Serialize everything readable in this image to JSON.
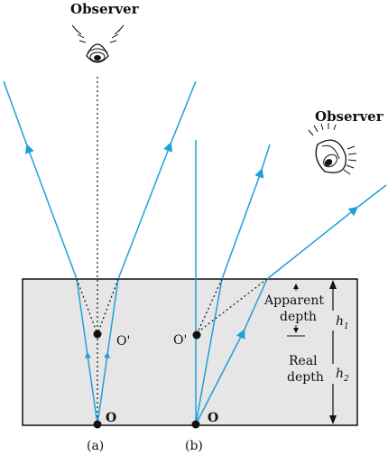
{
  "colors": {
    "ray": "#1fa0d8",
    "water_fill": "#e6e6e6",
    "outline": "#111111",
    "text": "#111111"
  },
  "labels": {
    "observer_top": "Observer",
    "observer_right": "Observer",
    "object_a": "O",
    "image_a": "O'",
    "object_b": "O",
    "image_b": "O'",
    "apparent_depth_line1": "Apparent",
    "apparent_depth_line2": "depth",
    "real_depth_line1": "Real",
    "real_depth_line2": "depth",
    "h1_main": "h",
    "h1_sub": "1",
    "h2_main": "h",
    "h2_sub": "2",
    "caption_a": "(a)",
    "caption_b": "(b)"
  },
  "icons": {
    "observer_top": "eye-icon-front",
    "observer_right": "eye-icon-side"
  }
}
